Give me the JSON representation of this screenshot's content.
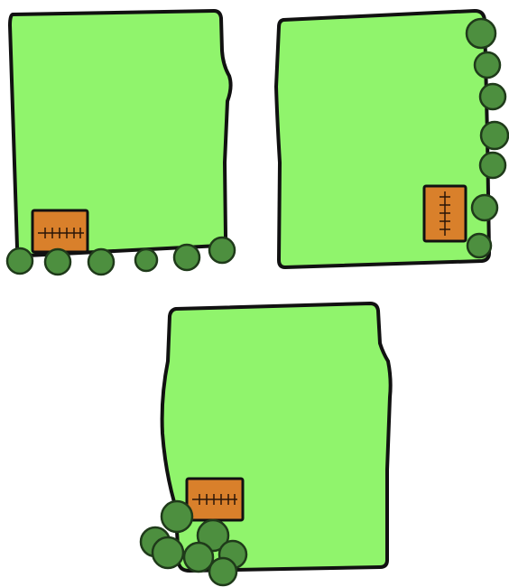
{
  "colors": {
    "plot_fill": "#90F46C",
    "outline": "#111111",
    "tree_fill": "#4D8F3F",
    "tree_outline": "#1F3A1A",
    "shed_fill": "#D9802B",
    "shed_outline": "#111111",
    "shed_line": "#2a1608"
  },
  "icons": {
    "plot": "plot-outline",
    "tree": "tree-circle",
    "shed": "shed-box"
  },
  "panels": [
    {
      "name": "panel-a",
      "tree_row": "bottom",
      "tree_count": 6,
      "shed_orientation": "horizontal"
    },
    {
      "name": "panel-b",
      "tree_row": "right",
      "tree_count": 7,
      "shed_orientation": "vertical"
    },
    {
      "name": "panel-c",
      "tree_row": "cluster-bottom-left",
      "tree_count": 7,
      "shed_orientation": "horizontal"
    }
  ]
}
